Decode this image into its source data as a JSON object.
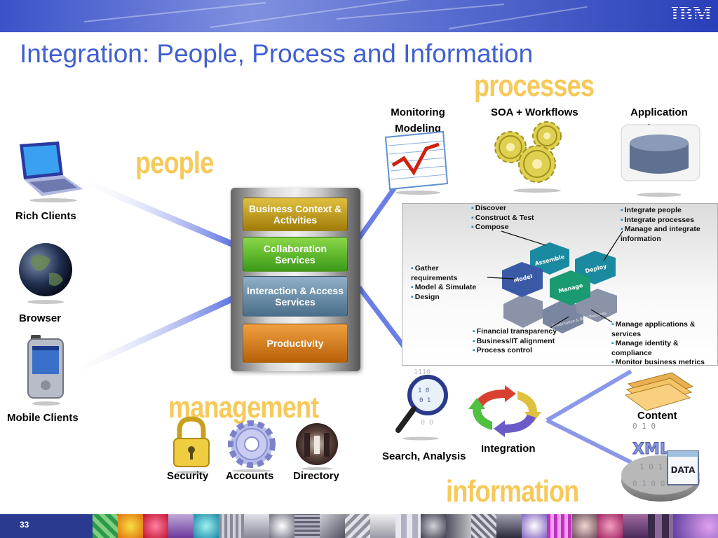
{
  "title": "Integration: People, Process and Information",
  "logo_text": "IBM",
  "headings": {
    "processes": "processes",
    "people": "people",
    "management": "management",
    "information": "information"
  },
  "people": {
    "rich_clients": "Rich Clients",
    "browser": "Browser",
    "mobile_clients": "Mobile Clients"
  },
  "stack": {
    "business_context": "Business Context & Activities",
    "collaboration": "Collaboration Services",
    "interaction": "Interaction & Access Services",
    "productivity": "Productivity"
  },
  "processes": {
    "monitoring_modeling": "Monitoring Modeling",
    "soa_workflows": "SOA + Workflows",
    "application_adapters": "Application Adapters"
  },
  "panel": {
    "discover_list": [
      "Discover",
      "Construct & Test",
      "Compose"
    ],
    "integrate_list": [
      "Integrate people",
      "Integrate processes",
      "Manage and integrate information"
    ],
    "gather_list": [
      "Gather requirements",
      "Model & Simulate",
      "Design"
    ],
    "financial_list": [
      "Financial transparency",
      "Business/IT alignment",
      "Process control"
    ],
    "manage_list": [
      "Manage applications & services",
      "Manage identity & compliance",
      "Monitor business metrics"
    ],
    "hex_labels": {
      "assemble": "Assemble",
      "deploy": "Deploy",
      "model": "Model",
      "manage": "Manage",
      "governance": "Governance & Best Practices"
    }
  },
  "management": {
    "security": "Security",
    "accounts": "Accounts",
    "directory": "Directory"
  },
  "information": {
    "search_analysis": "Search, Analysis",
    "integration": "Integration",
    "content": "Content",
    "xml": "XML",
    "data": "DATA"
  },
  "page_number": "33",
  "colors": {
    "title_blue": "#4060d0",
    "heading_gold": "#f6c95a",
    "connector_blue": "#5a6ee0",
    "panel_bullet": "#2e8ab8"
  }
}
